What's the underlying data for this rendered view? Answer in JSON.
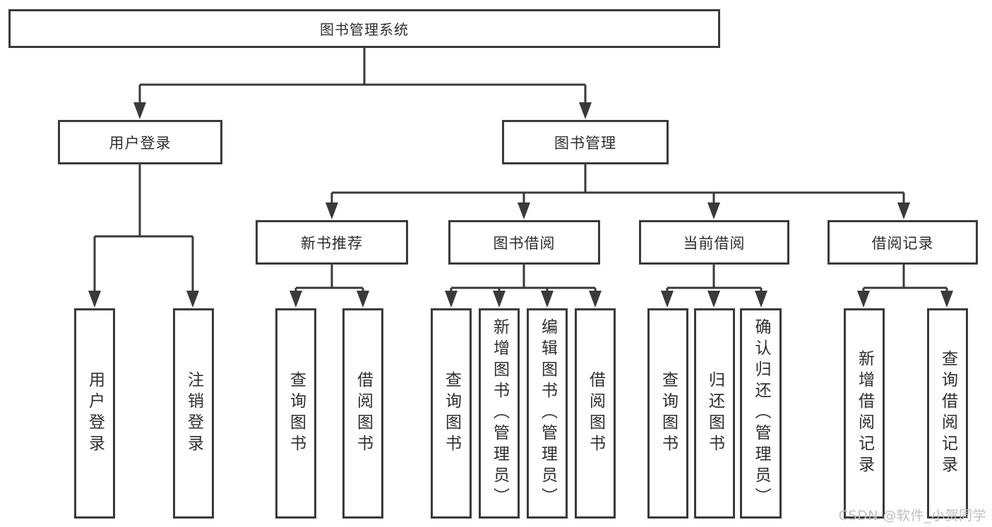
{
  "diagram": {
    "root": {
      "label": "图书管理系统"
    },
    "user_login": {
      "label": "用户登录",
      "children": [
        {
          "label": "用户登录"
        },
        {
          "label": "注销登录"
        }
      ]
    },
    "book_mgmt": {
      "label": "图书管理",
      "sections": [
        {
          "label": "新书推荐",
          "children": [
            {
              "label": "查询图书"
            },
            {
              "label": "借阅图书"
            }
          ]
        },
        {
          "label": "图书借阅",
          "children": [
            {
              "label": "查询图书"
            },
            {
              "label": "新增图书（管理员）"
            },
            {
              "label": "编辑图书（管理员）"
            },
            {
              "label": "借阅图书"
            }
          ]
        },
        {
          "label": "当前借阅",
          "children": [
            {
              "label": "查询图书"
            },
            {
              "label": "归还图书"
            },
            {
              "label": "确认归还（管理员）"
            }
          ]
        },
        {
          "label": "借阅记录",
          "children": [
            {
              "label": "新增借阅记录"
            },
            {
              "label": "查询借阅记录"
            }
          ]
        }
      ]
    },
    "line_color": "#3a3a3a"
  },
  "watermark": {
    "text": "CSDN @软件_小贺同学"
  }
}
